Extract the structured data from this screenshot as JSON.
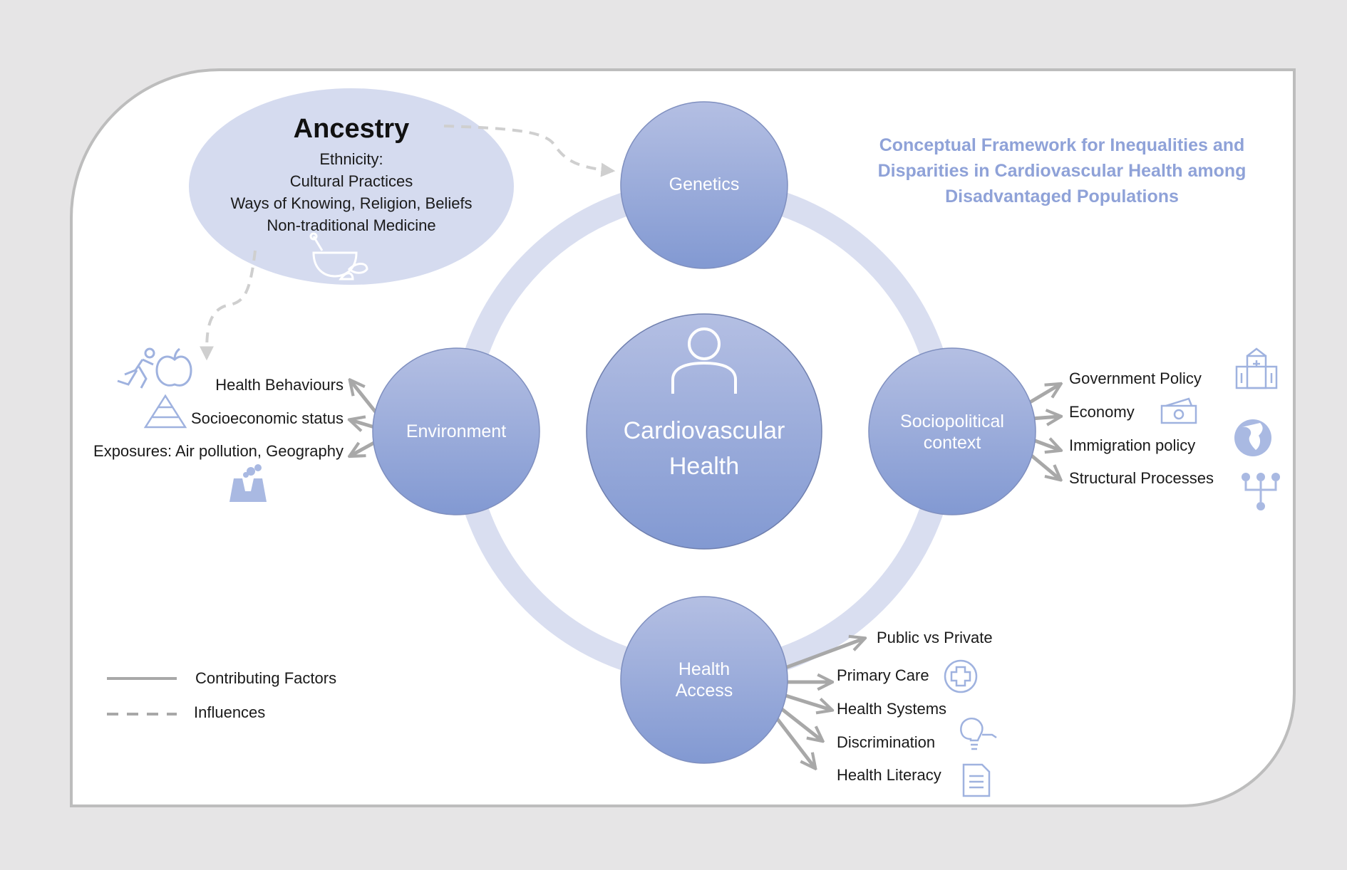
{
  "title": "Conceptual Framework for Inequalities and Disparities in Cardiovascular Health among Disadvantaged Populations",
  "colors": {
    "node_fill_top": "#b4bfe3",
    "node_fill_bottom": "#8299d2",
    "ring": "#d9def0",
    "ancestry_fill": "#d5dbef",
    "arrow": "#a8a8a8",
    "icon": "#9fb2df",
    "title": "#8fa2d8"
  },
  "center": {
    "line1": "Cardiovascular",
    "line2": "Health",
    "icon": "person-icon"
  },
  "nodes": {
    "genetics": "Genetics",
    "environment": "Environment",
    "sociopolitical_line1": "Sociopolitical",
    "sociopolitical_line2": "context",
    "health_access_line1": "Health",
    "health_access_line2": "Access"
  },
  "ancestry": {
    "title": "Ancestry",
    "items": [
      "Ethnicity:",
      "Cultural Practices",
      "Ways of Knowing, Religion, Beliefs",
      "Non-traditional Medicine"
    ],
    "icon": "mortar-pestle-icon"
  },
  "environment_factors": [
    "Health Behaviours",
    "Socioeconomic status",
    "Exposures: Air pollution, Geography"
  ],
  "sociopolitical_factors": [
    "Government Policy",
    "Economy",
    "Immigration policy",
    "Structural Processes"
  ],
  "health_access_factors": [
    "Public vs Private",
    "Primary Care",
    "Health Systems",
    "Discrimination",
    "Health Literacy"
  ],
  "legend": {
    "solid": "Contributing Factors",
    "dashed": "Influences"
  }
}
